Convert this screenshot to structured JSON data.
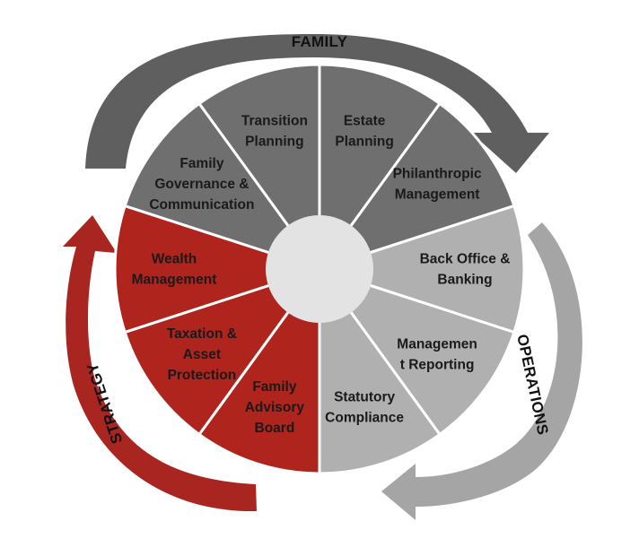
{
  "diagram": {
    "cycle_labels": {
      "family": "FAMILY",
      "operations": "OPERATIONS",
      "strategy": "STRATEGY"
    },
    "segments": [
      {
        "id": "transition-planning",
        "lines": [
          "Transition",
          "Planning"
        ],
        "group": "family"
      },
      {
        "id": "estate-planning",
        "lines": [
          "Estate",
          "Planning"
        ],
        "group": "family"
      },
      {
        "id": "philanthropic-management",
        "lines": [
          "Philanthropic",
          "Management"
        ],
        "group": "family"
      },
      {
        "id": "back-office-banking",
        "lines": [
          "Back Office &",
          "Banking"
        ],
        "group": "operations"
      },
      {
        "id": "management-reporting",
        "lines": [
          "Managemen",
          "t Reporting"
        ],
        "group": "operations"
      },
      {
        "id": "statutory-compliance",
        "lines": [
          "Statutory",
          "Compliance"
        ],
        "group": "operations"
      },
      {
        "id": "family-advisory-board",
        "lines": [
          "Family",
          "Advisory",
          "Board"
        ],
        "group": "strategy"
      },
      {
        "id": "taxation-asset-protection",
        "lines": [
          "Taxation &",
          "Asset",
          "Protection"
        ],
        "group": "strategy"
      },
      {
        "id": "wealth-management",
        "lines": [
          "Wealth",
          "Management"
        ],
        "group": "strategy"
      },
      {
        "id": "family-governance-communication",
        "lines": [
          "Family",
          "Governance &",
          "Communication"
        ],
        "group": "family"
      }
    ],
    "colors": {
      "family": "#6f6f6f",
      "operations": "#b0b0b0",
      "strategy": "#b0241e",
      "family_arrow": "#5f5f5f",
      "operations_arrow": "#a5a5a5",
      "strategy_arrow": "#a82520",
      "hub": "#e3e3e3"
    }
  }
}
